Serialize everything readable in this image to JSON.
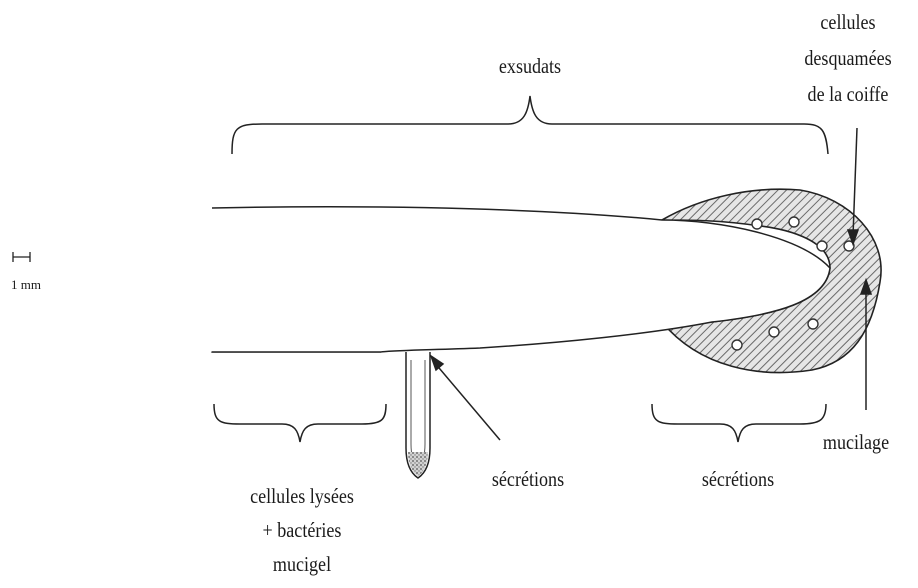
{
  "labels": {
    "exsudats": "exsudats",
    "coiffe_line1": "cellules",
    "coiffe_line2": "desquamées",
    "coiffe_line3": "de la coiffe",
    "scale": "1 mm",
    "lysees_line1": "cellules lysées",
    "lysees_line2": "+ bactéries",
    "lysees_line3": "mucigel",
    "secretions_mid": "sécrétions",
    "secretions_right": "sécrétions",
    "mucilage": "mucilage"
  }
}
